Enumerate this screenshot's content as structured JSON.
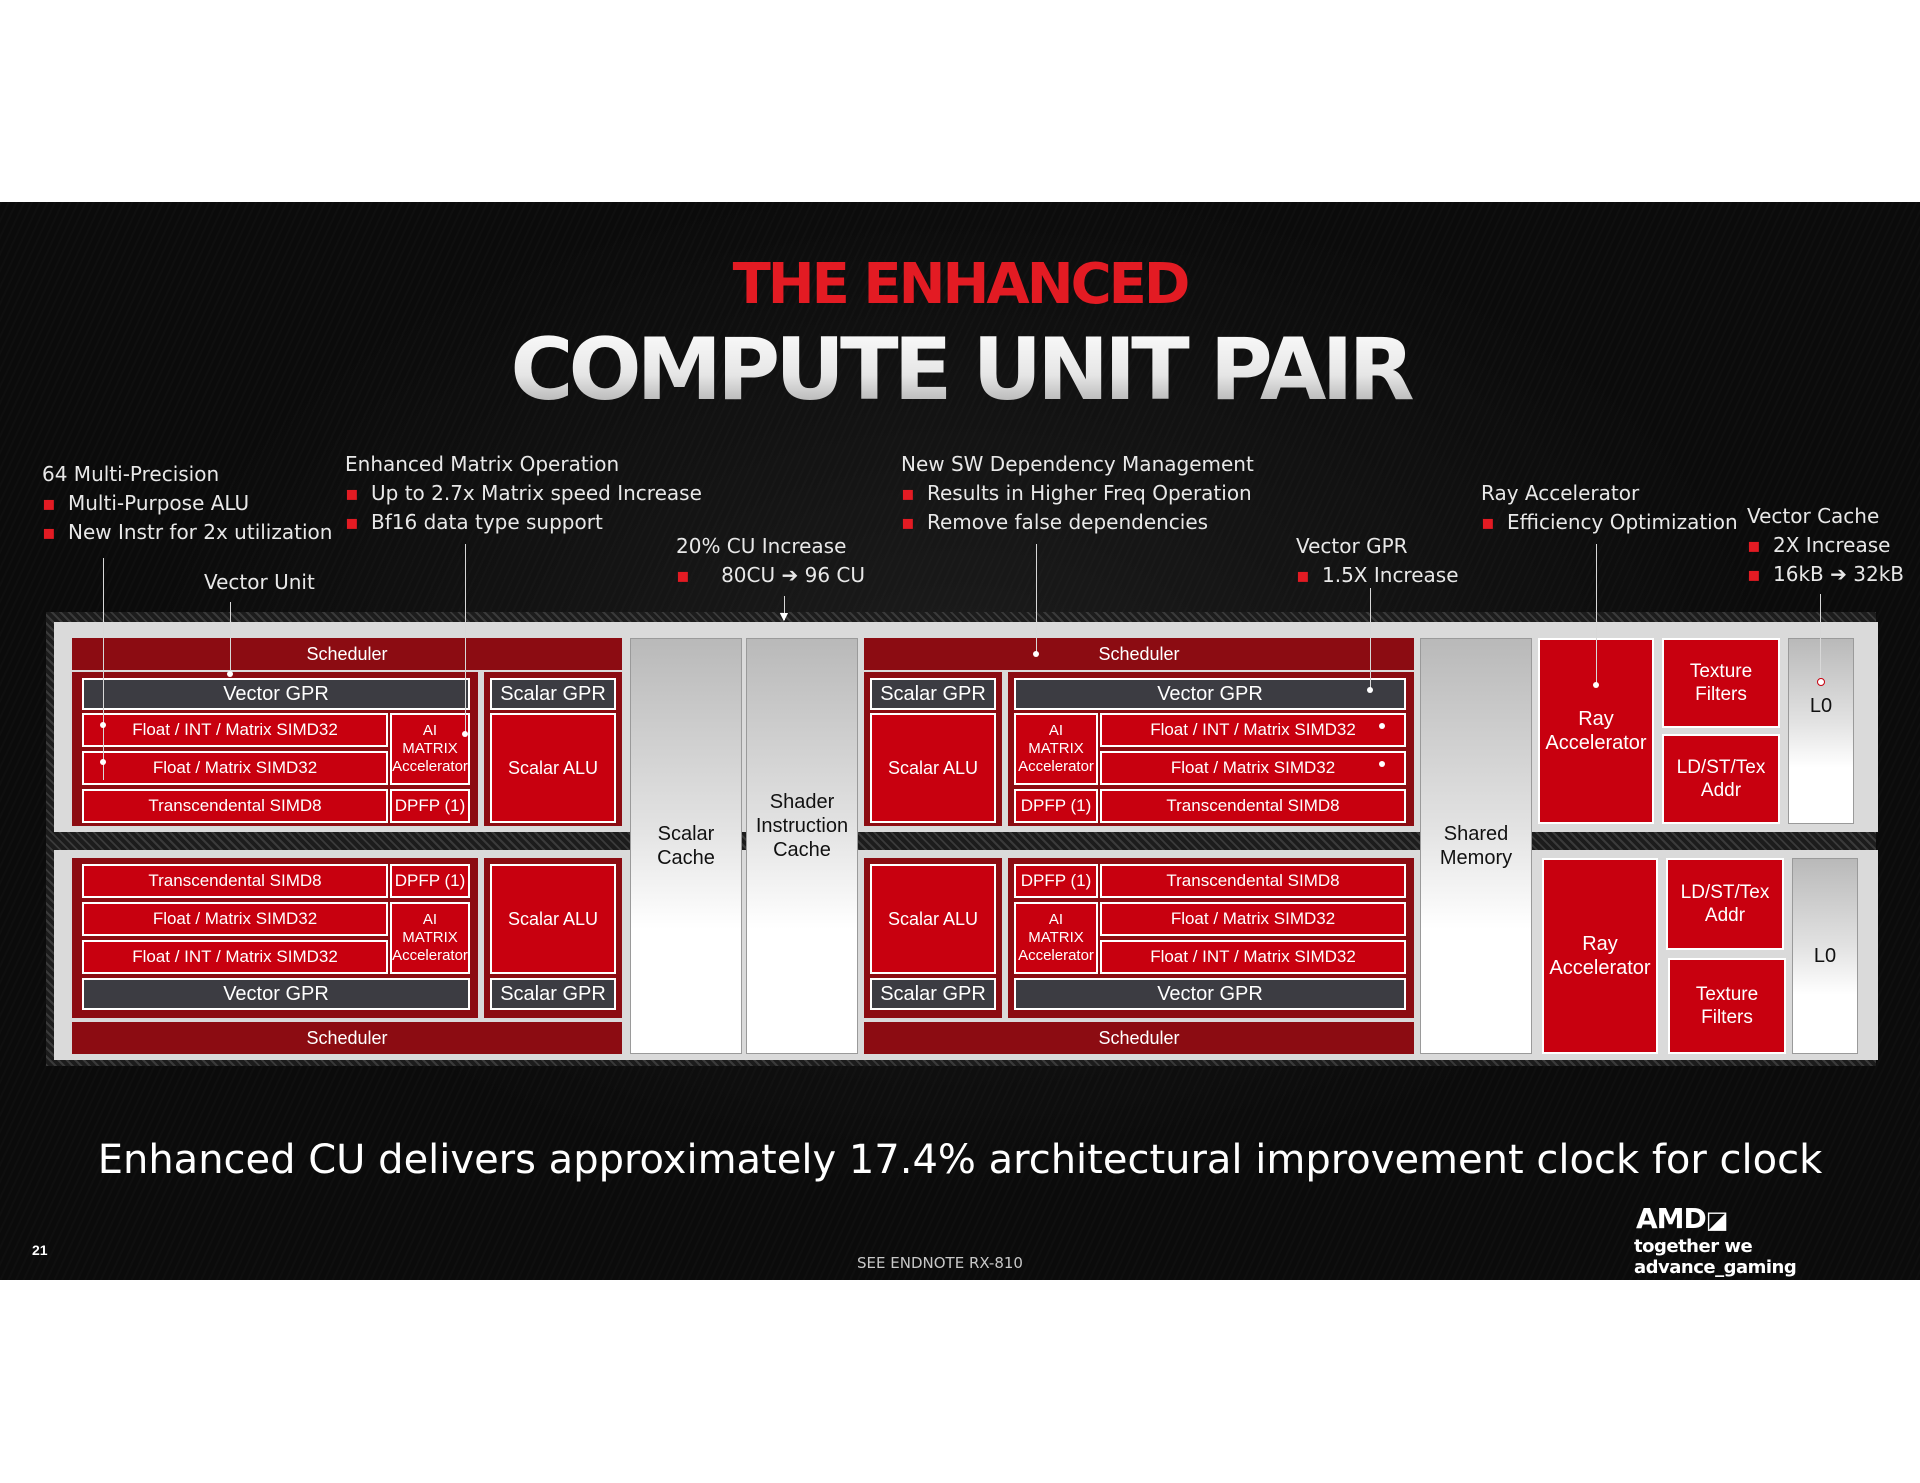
{
  "title_line1": "THE ENHANCED",
  "title_line2": "COMPUTE UNIT PAIR",
  "annotations": {
    "multi_precision": {
      "heading": "64 Multi-Precision",
      "bullets": [
        "Multi-Purpose ALU",
        "New Instr for 2x utilization"
      ]
    },
    "vector_unit": {
      "heading": "Vector Unit"
    },
    "matrix": {
      "heading": "Enhanced Matrix Operation",
      "bullets": [
        "Up to 2.7x Matrix speed Increase",
        "Bf16 data type support"
      ]
    },
    "cu_increase": {
      "heading": "20% CU Increase",
      "from": "80CU",
      "to": "96 CU"
    },
    "sw_dependency": {
      "heading": "New SW Dependency Management",
      "bullets": [
        "Results in Higher Freq Operation",
        "Remove false dependencies"
      ]
    },
    "vector_gpr": {
      "heading": "Vector GPR",
      "bullets": [
        "1.5X Increase"
      ]
    },
    "ray_accel": {
      "heading": "Ray Accelerator",
      "bullets": [
        "Efficiency Optimization"
      ]
    },
    "vector_cache": {
      "heading": "Vector Cache",
      "bullets": [
        "2X Increase"
      ],
      "from": "16kB",
      "to": "32kB"
    }
  },
  "blocks": {
    "scheduler": "Scheduler",
    "vector_gpr": "Vector GPR",
    "scalar_gpr": "Scalar GPR",
    "scalar_alu": "Scalar ALU",
    "float_int_matrix": "Float / INT / Matrix SIMD32",
    "float_matrix": "Float / Matrix SIMD32",
    "transcendental": "Transcendental SIMD8",
    "ai_line1": "AI",
    "ai_line2": "MATRIX",
    "ai_line3": "Accelerator",
    "dpfp": "DPFP (1)",
    "scalar_cache_1": "Scalar",
    "scalar_cache_2": "Cache",
    "shader_1": "Shader",
    "shader_2": "Instruction",
    "shader_3": "Cache",
    "shared_1": "Shared",
    "shared_2": "Memory",
    "ray_1": "Ray",
    "ray_2": "Accelerator",
    "texture_1": "Texture",
    "texture_2": "Filters",
    "ldst_1": "LD/ST/Tex",
    "ldst_2": "Addr",
    "l0": "L0"
  },
  "tagline": "Enhanced CU delivers approximately 17.4% architectural improvement clock for clock",
  "page_number": "21",
  "endnote": "SEE ENDNOTE RX-810",
  "logo": "AMD",
  "slogan": "together we advance_gaming",
  "colors": {
    "accent_red": "#e31b23",
    "block_red": "#c8000f",
    "dark_red": "#8c0c12",
    "gpr_gray": "#3c3c42"
  }
}
